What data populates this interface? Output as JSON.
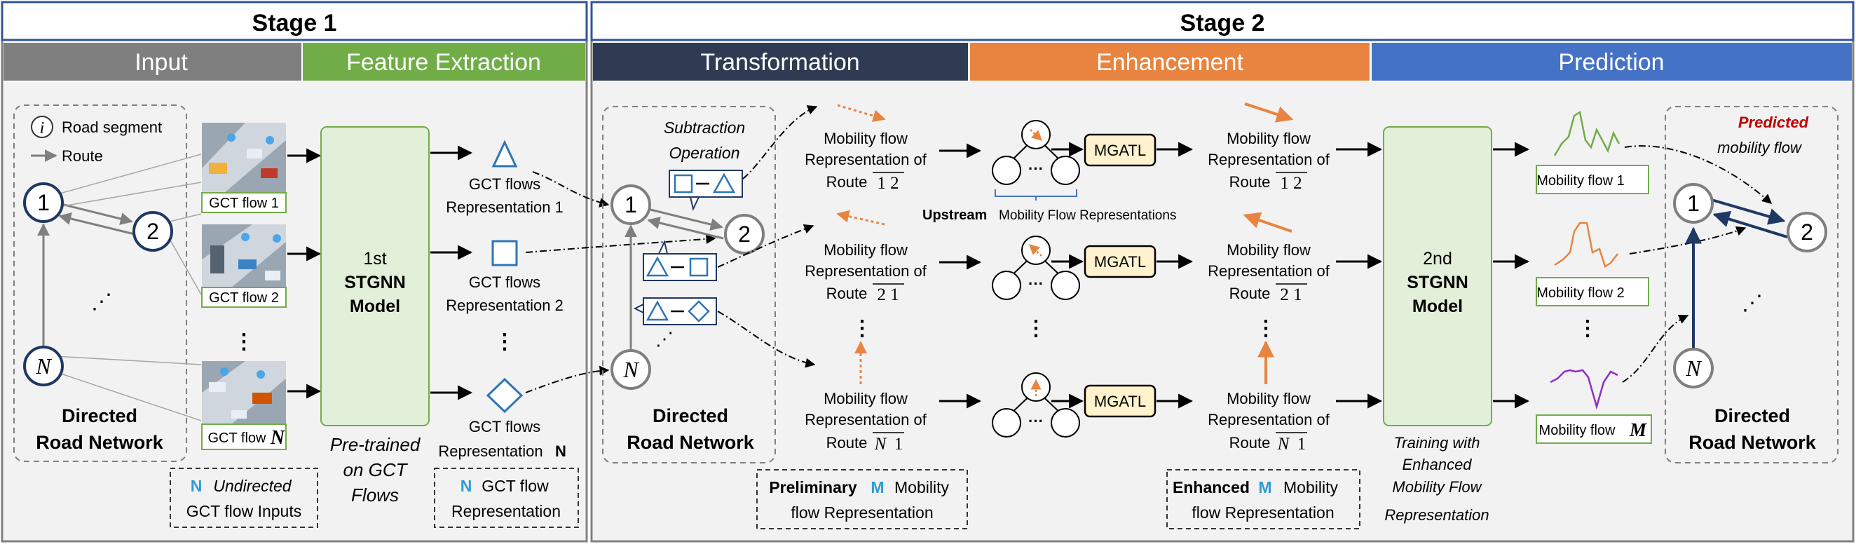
{
  "stages": {
    "stage1": "Stage 1",
    "stage2": "Stage 2"
  },
  "headers": {
    "input": "Input",
    "feature": "Feature Extraction",
    "transformation": "Transformation",
    "enhancement": "Enhancement",
    "prediction": "Prediction"
  },
  "colors": {
    "input_header": "#7f7f7f",
    "feature_header": "#70ad47",
    "transformation_header": "#2e3b52",
    "enhancement_header": "#e8843f",
    "prediction_header": "#4472c4",
    "node_blue": "#1f3864",
    "node_gray": "#7f7f7f",
    "stgnn_fill": "#e2efd9",
    "stgnn_stroke": "#70ad47",
    "mgatl_fill": "#fff2cc",
    "highlight_blue": "#2e9bd6",
    "orange": "#e8843f",
    "predicted_red": "#c00000"
  },
  "legend": {
    "node_symbol": "i",
    "road_segment": "Road segment",
    "route": "Route"
  },
  "nodes": {
    "n1": "1",
    "n2": "2",
    "nN": "N",
    "dots": "⋰"
  },
  "gct_labels": {
    "flow1": "GCT flow  1",
    "flow2": "GCT flow 2",
    "flowN_prefix": "GCT flow",
    "flowN_var": "N"
  },
  "vdots": "⋮",
  "directed_road_network": {
    "line1": "Directed",
    "line2": "Road Network"
  },
  "input_note": {
    "n": "N",
    "undirected": "Undirected",
    "line2": "GCT flow Inputs"
  },
  "stgnn1": {
    "line1": "1st",
    "line2": "STGNN",
    "line3": "Model"
  },
  "pretrained": {
    "line1": "Pre-trained",
    "line2": "on GCT",
    "line3": "Flows"
  },
  "gct_repr": {
    "label1": "GCT flows",
    "repr1": "Representation 1",
    "repr2": "Representation 2",
    "reprN_prefix": "Representation",
    "reprN_var": "N"
  },
  "gct_note": {
    "n": "N",
    "line1": "GCT flow",
    "line2": "Representation"
  },
  "subtraction": {
    "line1": "Subtraction",
    "line2": "Operation"
  },
  "mobility_repr": {
    "line1": "Mobility flow",
    "line2": "Representation of",
    "route_word": "Route",
    "route12": "1 2",
    "route21": "2 1",
    "routeN1_a": "N",
    "routeN1_b": "1"
  },
  "preliminary_note": {
    "bold": "Preliminary",
    "m": "M",
    "rest": "Mobility",
    "line2": "flow Representation"
  },
  "upstream": {
    "bold": "Upstream",
    "rest": "Mobility Flow Representations"
  },
  "mgatl": "MGATL",
  "graph_dots": "···",
  "enhanced_note": {
    "bold": "Enhanced",
    "m": "M",
    "rest": "Mobility",
    "line2": "flow Representation"
  },
  "stgnn2": {
    "line1": "2nd",
    "line2": "STGNN",
    "line3": "Model"
  },
  "training": {
    "line1": "Training with",
    "line2": "Enhanced",
    "line3": "Mobility Flow",
    "line4": "Representation"
  },
  "mobility_out": {
    "flow1": "Mobility flow 1",
    "flow2": "Mobility flow 2",
    "flowM_prefix": "Mobility flow",
    "flowM_var": "M"
  },
  "predicted": {
    "line1": "Predicted",
    "line2": "mobility flow"
  }
}
